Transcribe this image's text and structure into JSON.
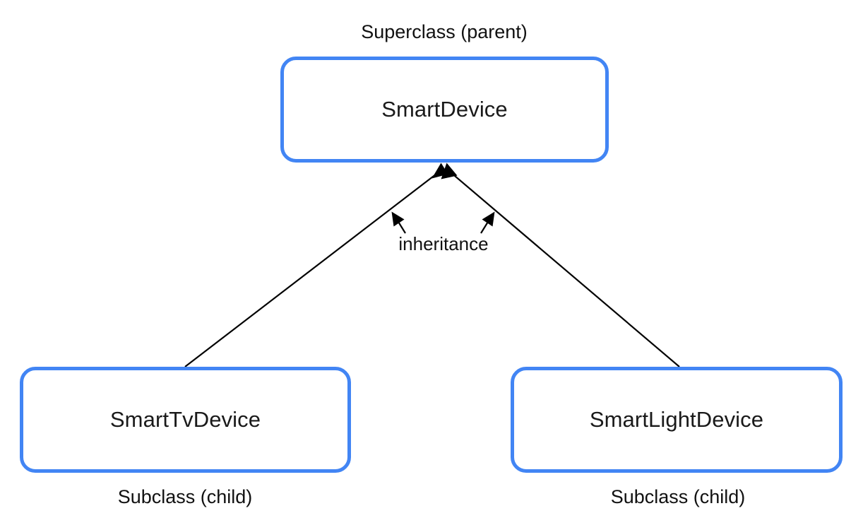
{
  "diagram": {
    "type": "class-inheritance-diagram",
    "background_color": "#ffffff",
    "node_border_color": "#4285F4",
    "text_color": "#111111",
    "edge_color": "#000000",
    "nodes": [
      {
        "id": "superclass",
        "name": "SmartDevice",
        "role_label": "Superclass (parent)",
        "role_label_position": "above"
      },
      {
        "id": "subclass-tv",
        "name": "SmartTvDevice",
        "role_label": "Subclass (child)",
        "role_label_position": "below"
      },
      {
        "id": "subclass-light",
        "name": "SmartLightDevice",
        "role_label": "Subclass (child)",
        "role_label_position": "below"
      }
    ],
    "edges": [
      {
        "id": "edge-tv-to-smartdevice",
        "from": "subclass-tv",
        "to": "superclass",
        "label": "inheritance",
        "arrowhead": "at-target"
      },
      {
        "id": "edge-light-to-smartdevice",
        "from": "subclass-light",
        "to": "superclass",
        "label": "inheritance",
        "arrowhead": "at-target"
      }
    ],
    "edge_label": "inheritance",
    "annotation_arrows": [
      {
        "id": "pointer-left",
        "points_to": "edge-tv-to-smartdevice",
        "direction": "up-left"
      },
      {
        "id": "pointer-right",
        "points_to": "edge-light-to-smartdevice",
        "direction": "up-right"
      }
    ]
  }
}
